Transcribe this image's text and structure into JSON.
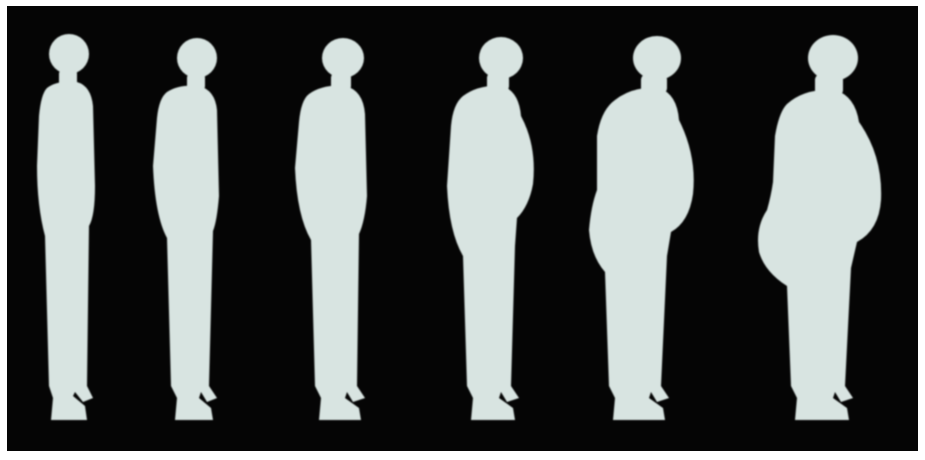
{
  "image": {
    "subject": "silhouettes",
    "colors": {
      "background": "#050505",
      "frame": "#ffffff",
      "silhouette": "#d8e4e1"
    },
    "figures": [
      {
        "name": "silhouette-1"
      },
      {
        "name": "silhouette-2"
      },
      {
        "name": "silhouette-3"
      },
      {
        "name": "silhouette-4"
      },
      {
        "name": "silhouette-5"
      },
      {
        "name": "silhouette-6"
      }
    ]
  }
}
